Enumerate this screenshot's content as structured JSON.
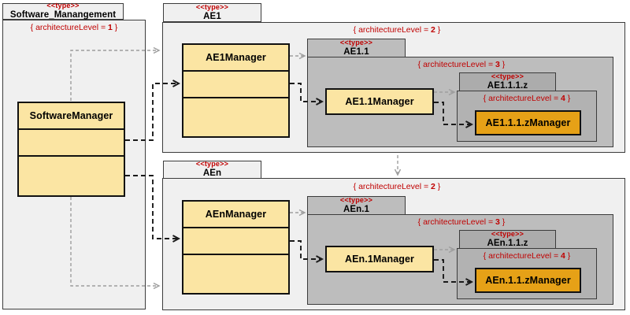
{
  "labels": {
    "stereotype": "<<type>>",
    "level_prefix": "{ architectureLevel = ",
    "level_suffix": " }"
  },
  "packages": {
    "software_management": {
      "name": "Software_Manangement",
      "level": "1",
      "manager": "SoftwareManager"
    },
    "ae1": {
      "name": "AE1",
      "level": "2",
      "manager": "AE1Manager"
    },
    "ae1_1": {
      "name": "AE1.1",
      "level": "3",
      "manager": "AE1.1Manager"
    },
    "ae1_1_1_z": {
      "name": "AE1.1.1.z",
      "level": "4",
      "manager": "AE1.1.1.zManager"
    },
    "aen": {
      "name": "AEn",
      "level": "2",
      "manager": "AEnManager"
    },
    "aen_1": {
      "name": "AEn.1",
      "level": "3",
      "manager": "AEn.1Manager"
    },
    "aen_1_1_z": {
      "name": "AEn.1.1.z",
      "level": "4",
      "manager": "AEn.1.1.zManager"
    }
  },
  "colors": {
    "stereotype_red": "#c00000",
    "manager_fill": "#fbe5a3",
    "deep_manager_fill": "#e6a117",
    "outer_package_fill": "#f0f0f0",
    "nested_package_fill": "#bdbdbd",
    "deep_package_fill": "#b2b2b2",
    "arrow_gray": "#9e9e9e",
    "arrow_black": "#1a1a1a",
    "class_border": "#111111"
  }
}
